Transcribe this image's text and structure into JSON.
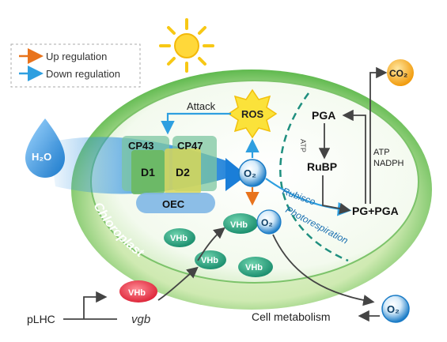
{
  "legend": {
    "up_label": "Up regulation",
    "down_label": "Down regulation"
  },
  "labels": {
    "h2o": "H₂O",
    "cp43": "CP43",
    "cp47": "CP47",
    "d1": "D1",
    "d2": "D2",
    "oec": "OEC",
    "attack": "Attack",
    "ros": "ROS",
    "o2": "O₂",
    "rubisco": "Rubisco",
    "photorespiration": "Photorespiration",
    "chloroplast": "Chloroplast",
    "vhb": "VHb",
    "pga": "PGA",
    "atp_small": "ATP",
    "rubp": "RuBP",
    "atp_nadph_1": "ATP",
    "atp_nadph_2": "NADPH",
    "pg_pga": "PG+PGA",
    "co2": "CO₂",
    "plhc": "pLHC",
    "vgb": "vgb",
    "cell_metabolism": "Cell metabolism"
  },
  "colors": {
    "up_arrow": "#e8731c",
    "down_arrow": "#2e9fe0",
    "chloroplast_green": "#3aa84a",
    "membrane": "#2b8f8a",
    "vhb_red": "#e02a3c",
    "o2_blue": "#1a7bc6",
    "ros_yellow": "#f7d61a",
    "co2_orange": "#f2a318"
  },
  "icons": [
    "sun-icon",
    "water-drop-icon"
  ]
}
